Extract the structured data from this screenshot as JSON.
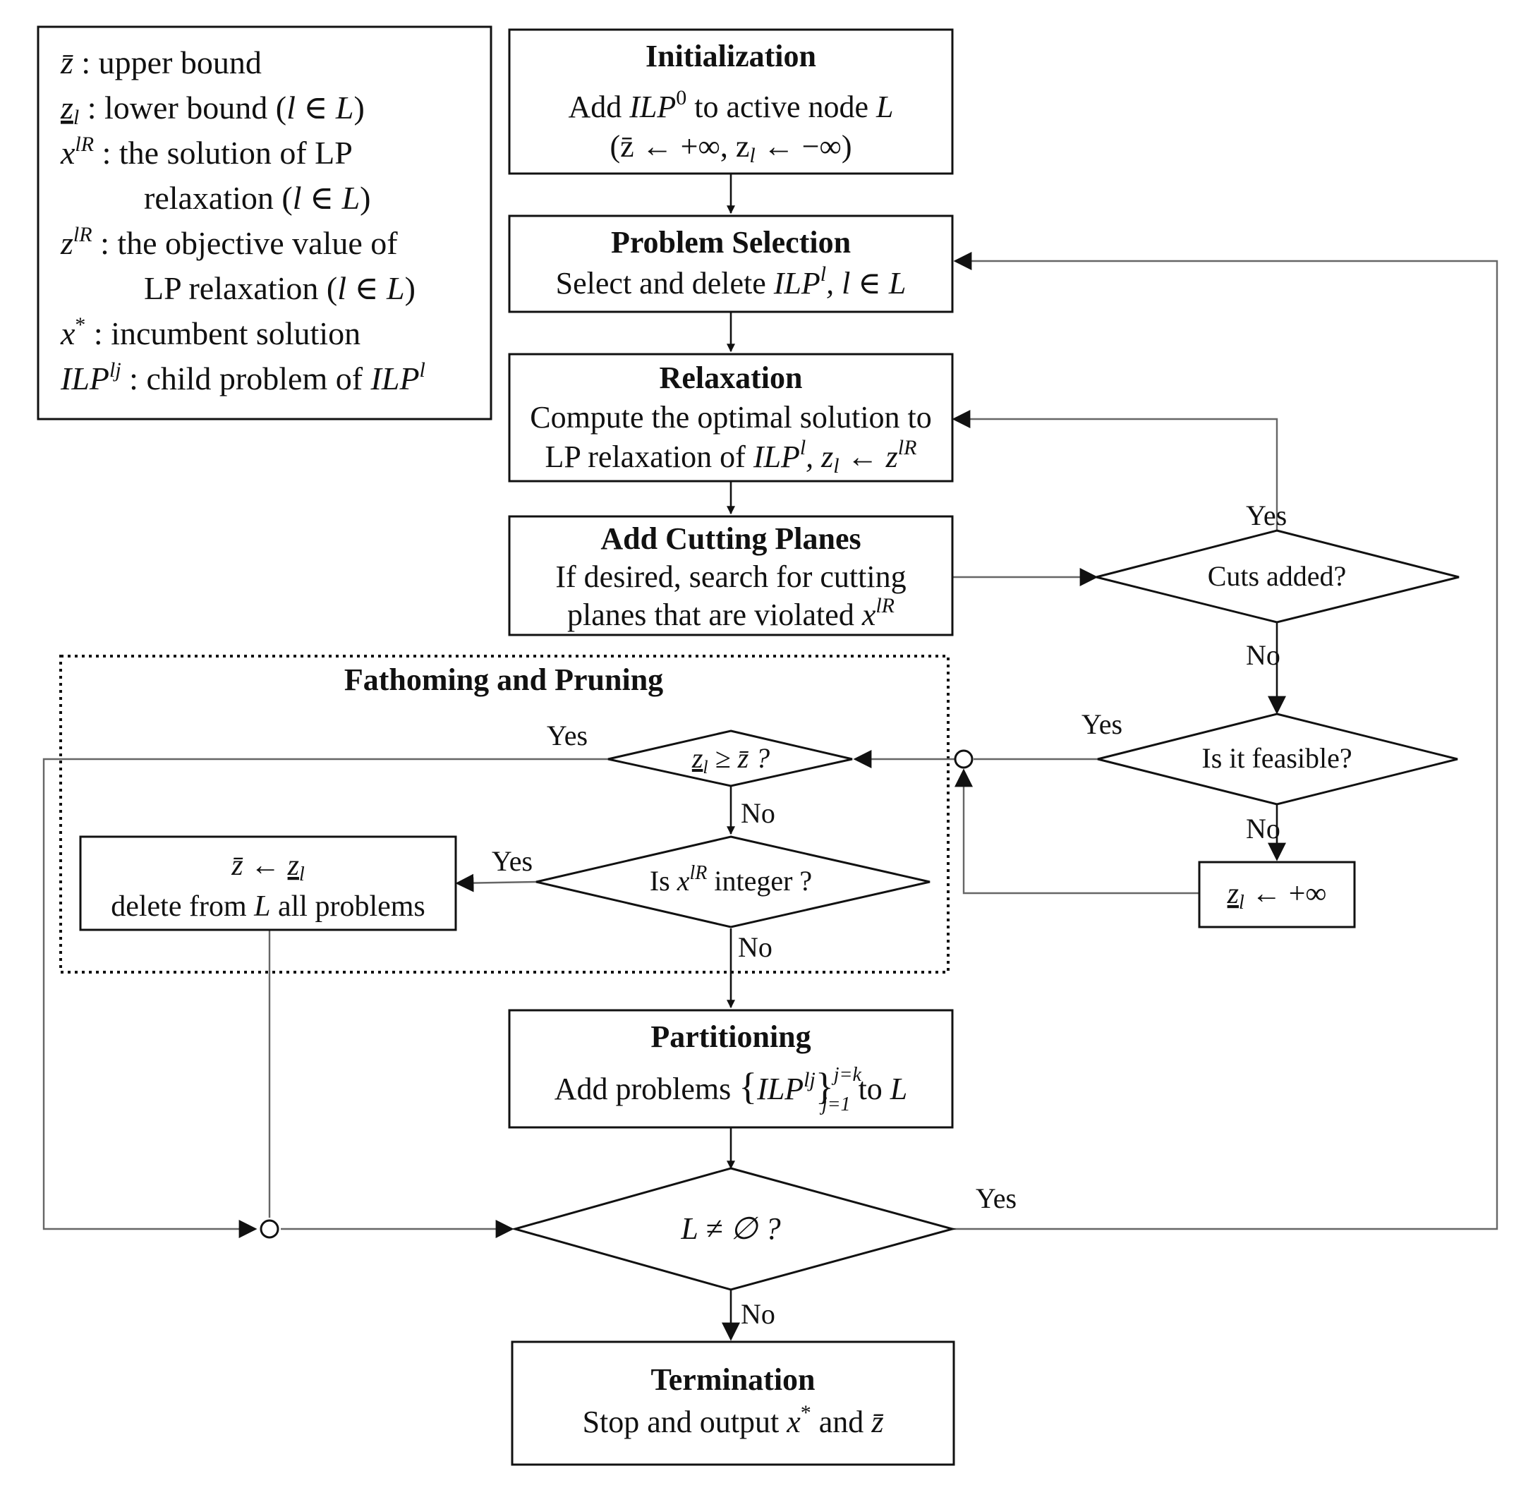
{
  "legend": {
    "upper_bound": {
      "sym": "z̄",
      "desc": " : upper bound"
    },
    "lower_bound": {
      "sym": "z",
      "sub": "l",
      "desc": " : lower bound (",
      "set": "l ∈ L",
      "close": ")"
    },
    "lp_solution": {
      "sym": "x",
      "sup": "lR",
      "desc": " : the solution of LP",
      "cont": "relaxation (",
      "set": "l ∈ L",
      "close": ")"
    },
    "lp_objective": {
      "sym": "z",
      "sup": "lR",
      "desc": " : the objective value of",
      "cont": "LP relaxation (",
      "set": "l ∈ L",
      "close": ")"
    },
    "incumbent": {
      "sym": "x",
      "sup": "*",
      "desc": " : incumbent solution"
    },
    "child": {
      "sym": "ILP",
      "sup": "lj",
      "desc": " : child problem of ",
      "sym2": "ILP",
      "sup2": "l"
    }
  },
  "nodes": {
    "initialization": {
      "title": "Initialization",
      "l1": "Add ",
      "l1_sym": "ILP",
      "l1_sup": "0",
      "l1_rest": " to active node ",
      "l1_L": "L",
      "l2": "(z̄ ← +∞, z",
      "l2_sub": "l",
      "l2_rest": " ← −∞)"
    },
    "problem_selection": {
      "title": "Problem Selection",
      "l1": "Select and delete ",
      "l1_sym": "ILP",
      "l1_sup": "l",
      "l1_rest": ",  l ∈ L"
    },
    "relaxation": {
      "title": "Relaxation",
      "l1": "Compute the optimal solution to",
      "l2": "LP relaxation of ",
      "l2_sym": "ILP",
      "l2_sup": "l",
      "l2_mid": ",  z",
      "l2_sub": "l",
      "l2_arrow": " ← z",
      "l2_sup2": "lR"
    },
    "cutting_planes": {
      "title": "Add Cutting Planes",
      "l1": "If desired, search for cutting",
      "l2": "planes that are violated ",
      "l2_sym": "x",
      "l2_sup": "lR"
    },
    "cuts_added": {
      "label": "Cuts added?"
    },
    "is_feasible": {
      "label": "Is it feasible?"
    },
    "infeasible_bound": {
      "sym": "z",
      "sub": "l",
      "rest": " ← +∞"
    },
    "fathoming_group": {
      "title": "Fathoming and Pruning"
    },
    "bound_check": {
      "sym": "z",
      "sub": "l",
      "rest": " ≥ z̄  ?"
    },
    "integer_check": {
      "pre": "Is ",
      "sym": "x",
      "sup": "lR",
      "post": "  integer ?"
    },
    "update_incumbent": {
      "l1_a": "z̄ ← ",
      "l1_sym": "z",
      "l1_sub": "l",
      "l2_a": "delete from ",
      "l2_L": "L",
      "l2_b": " all problems"
    },
    "partitioning": {
      "title": "Partitioning",
      "l1": "Add problems ",
      "l1_sym": "ILP",
      "l1_sup": "lj",
      "l1_supk": "j=k",
      "l1_subk": "j=1",
      "l1_rest": " to ",
      "l1_L": "L"
    },
    "nonempty_check": {
      "label": "L ≠ ∅ ?"
    },
    "termination": {
      "title": "Termination",
      "l1": "Stop and output ",
      "l1_sym": "x",
      "l1_sup": "*",
      "l1_mid": " and ",
      "l1_sym2": "z̄"
    }
  },
  "edge_labels": {
    "cuts_yes": "Yes",
    "cuts_no": "No",
    "feasible_yes": "Yes",
    "feasible_no": "No",
    "bound_yes": "Yes",
    "bound_no": "No",
    "integer_yes": "Yes",
    "integer_no": "No",
    "nonempty_yes": "Yes",
    "nonempty_no": "No"
  }
}
